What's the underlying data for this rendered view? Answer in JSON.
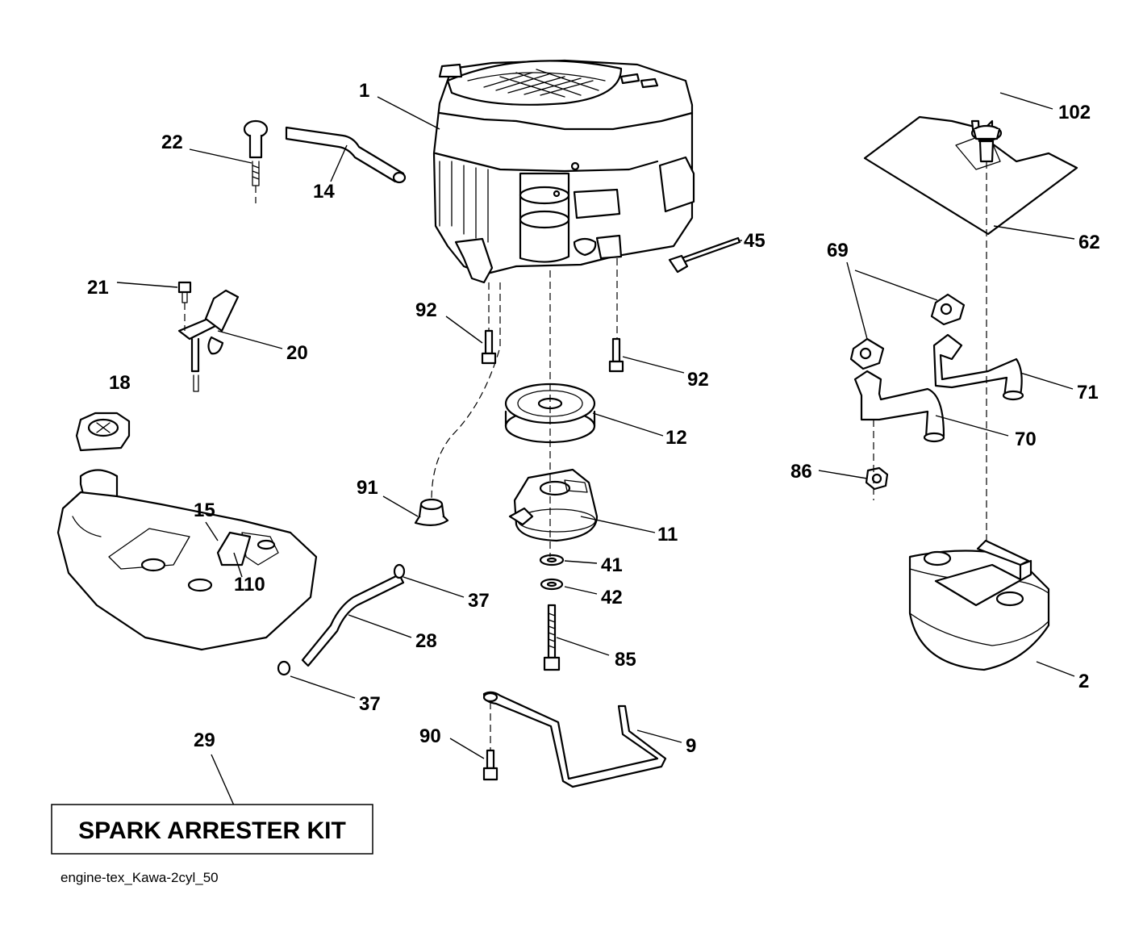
{
  "diagram": {
    "callouts": {
      "c1": "1",
      "c2": "2",
      "c9": "9",
      "c11": "11",
      "c12": "12",
      "c14": "14",
      "c15": "15",
      "c18": "18",
      "c20": "20",
      "c21": "21",
      "c22": "22",
      "c28": "28",
      "c29": "29",
      "c37a": "37",
      "c37b": "37",
      "c41": "41",
      "c42": "42",
      "c45": "45",
      "c62": "62",
      "c69": "69",
      "c70": "70",
      "c71": "71",
      "c85": "85",
      "c86": "86",
      "c90": "90",
      "c91": "91",
      "c92a": "92",
      "c92b": "92",
      "c102": "102",
      "c110": "110"
    },
    "kit_label": "SPARK ARRESTER KIT",
    "reference": "engine-tex_Kawa-2cyl_50"
  }
}
